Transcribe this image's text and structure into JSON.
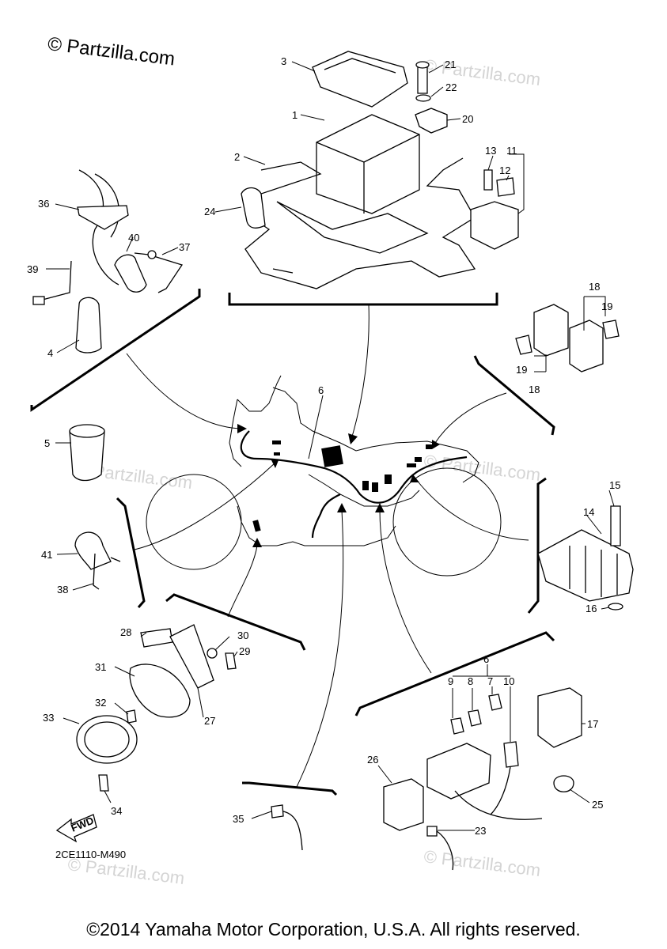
{
  "watermark": {
    "brand_text": "© Partzilla.com",
    "faint_text": "© Partzilla.com"
  },
  "diagram_code": "2CE1110-M490",
  "fwd_label": "FWD",
  "copyright": "©2014 Yamaha Motor Corporation, U.S.A. All rights reserved.",
  "callouts": {
    "c1": "1",
    "c2": "2",
    "c3": "3",
    "c4": "4",
    "c5": "5",
    "c6a": "6",
    "c6b": "6",
    "c7": "7",
    "c8": "8",
    "c9": "9",
    "c10": "10",
    "c11": "11",
    "c12": "12",
    "c13": "13",
    "c14": "14",
    "c15": "15",
    "c16": "16",
    "c17": "17",
    "c18a": "18",
    "c18b": "18",
    "c19a": "19",
    "c19b": "19",
    "c20": "20",
    "c21": "21",
    "c22": "22",
    "c23": "23",
    "c24": "24",
    "c25": "25",
    "c26": "26",
    "c27": "27",
    "c28": "28",
    "c29": "29",
    "c30": "30",
    "c31": "31",
    "c32": "32",
    "c33": "33",
    "c34": "34",
    "c35": "35",
    "c36": "36",
    "c37": "37",
    "c38": "38",
    "c39": "39",
    "c40": "40",
    "c41": "41"
  }
}
